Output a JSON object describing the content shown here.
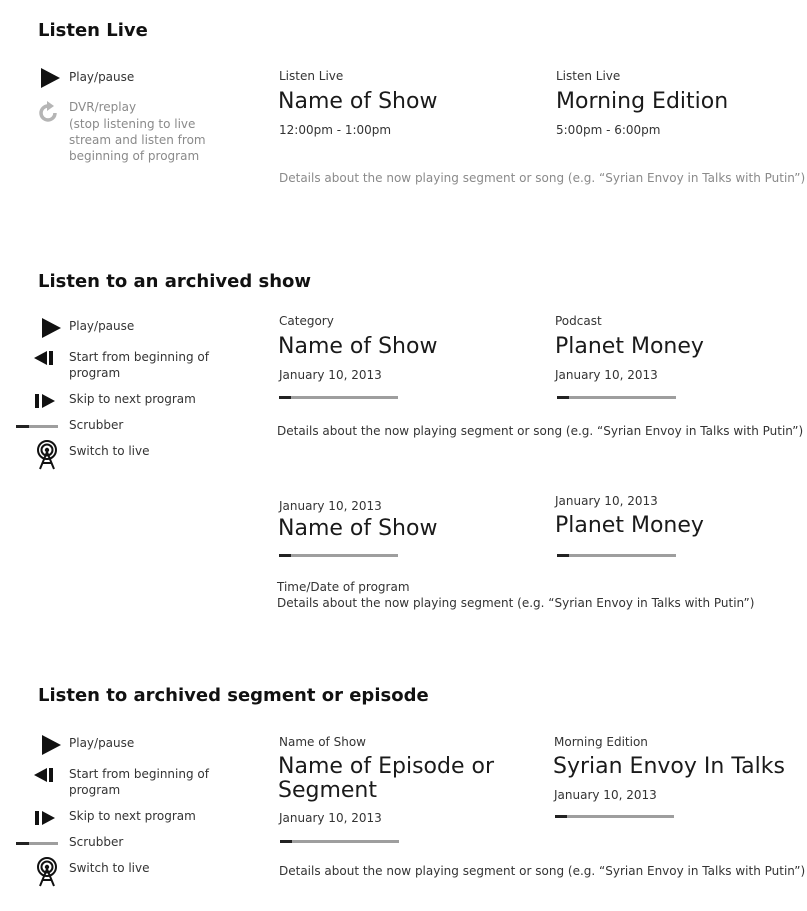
{
  "sections": {
    "live": {
      "title": "Listen Live",
      "legend": {
        "play": "Play/pause",
        "dvr": "DVR/replay",
        "dvr_note": [
          "(stop listening to live",
          "stream and listen from",
          "beginning of program"
        ]
      },
      "cards": [
        {
          "label": "Listen Live",
          "title": "Name of Show",
          "time": "12:00pm - 1:00pm"
        },
        {
          "label": "Listen Live",
          "title": "Morning Edition",
          "time": "5:00pm - 6:00pm"
        }
      ],
      "details": "Details about the now playing segment or song (e.g. “Syrian Envoy in Talks with Putin”)"
    },
    "archived_show": {
      "title": "Listen to an archived show",
      "legend": {
        "play": "Play/pause",
        "start": [
          "Start from beginning of",
          "program"
        ],
        "skip": "Skip to next program",
        "scrubber": "Scrubber",
        "switch": "Switch to live"
      },
      "cards_a": [
        {
          "label": "Category",
          "title": "Name of Show",
          "date": "January 10, 2013",
          "progress": 0.1
        },
        {
          "label": "Podcast",
          "title": "Planet Money",
          "date": "January 10, 2013",
          "progress": 0.1
        }
      ],
      "details_a": "Details about the now playing segment or song (e.g. “Syrian Envoy in Talks with Putin”)",
      "cards_b": [
        {
          "date": "January 10, 2013",
          "title": "Name of Show",
          "progress": 0.1
        },
        {
          "date": "January 10, 2013",
          "title": "Planet Money",
          "progress": 0.1
        }
      ],
      "details_b_label": "Time/Date of program",
      "details_b": "Details about the now playing segment (e.g. “Syrian Envoy in Talks with Putin”)"
    },
    "archived_segment": {
      "title": "Listen to archived segment or episode",
      "legend": {
        "play": "Play/pause",
        "start": [
          "Start from beginning of",
          "program"
        ],
        "skip": "Skip to next program",
        "scrubber": "Scrubber",
        "switch": "Switch to live"
      },
      "cards": [
        {
          "label": "Name of Show",
          "title": [
            "Name of Episode or",
            "Segment"
          ],
          "date": "January 10, 2013",
          "progress": 0.1
        },
        {
          "label": "Morning Edition",
          "title": [
            "Syrian Envoy In Talks"
          ],
          "date": "January 10, 2013",
          "progress": 0.1
        }
      ],
      "details": "Details about the now playing segment or song (e.g. “Syrian Envoy in Talks with Putin”)"
    }
  }
}
